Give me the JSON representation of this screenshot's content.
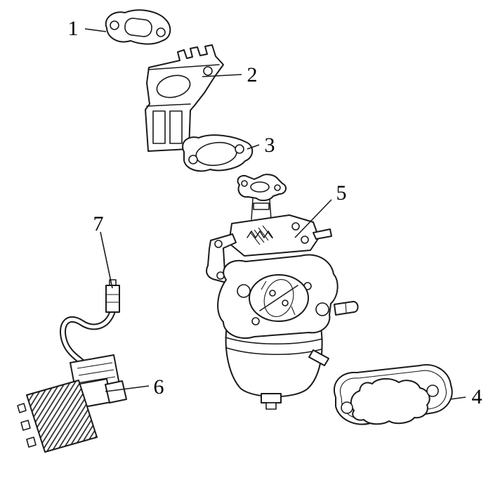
{
  "diagram": {
    "background_color": "#ffffff",
    "line_color": "#1a1a1a",
    "part_labels": [
      "1",
      "2",
      "3",
      "4",
      "5",
      "6",
      "7"
    ]
  }
}
